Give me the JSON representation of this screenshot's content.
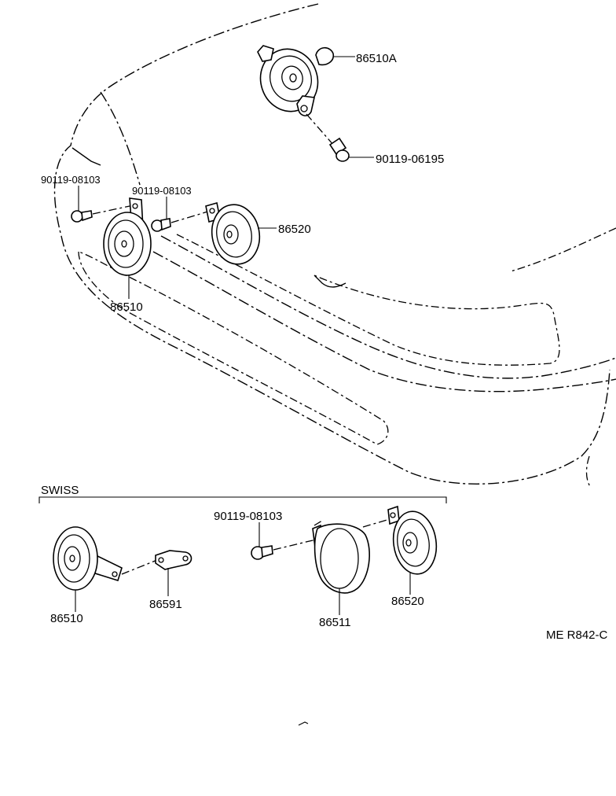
{
  "labels": {
    "horn_high_main": "86510A",
    "bolt_06195": "90119-06195",
    "bolt_left": "90119-08103",
    "bolt_center": "90119-08103",
    "horn_low_main": "86520",
    "horn_main": "86510",
    "swiss_heading": "SWISS",
    "swiss_bolt": "90119-08103",
    "swiss_horn": "86510",
    "swiss_bracket": "86591",
    "swiss_ring": "86511",
    "swiss_horn_low": "86520",
    "ref_code": "ME R842-C"
  }
}
